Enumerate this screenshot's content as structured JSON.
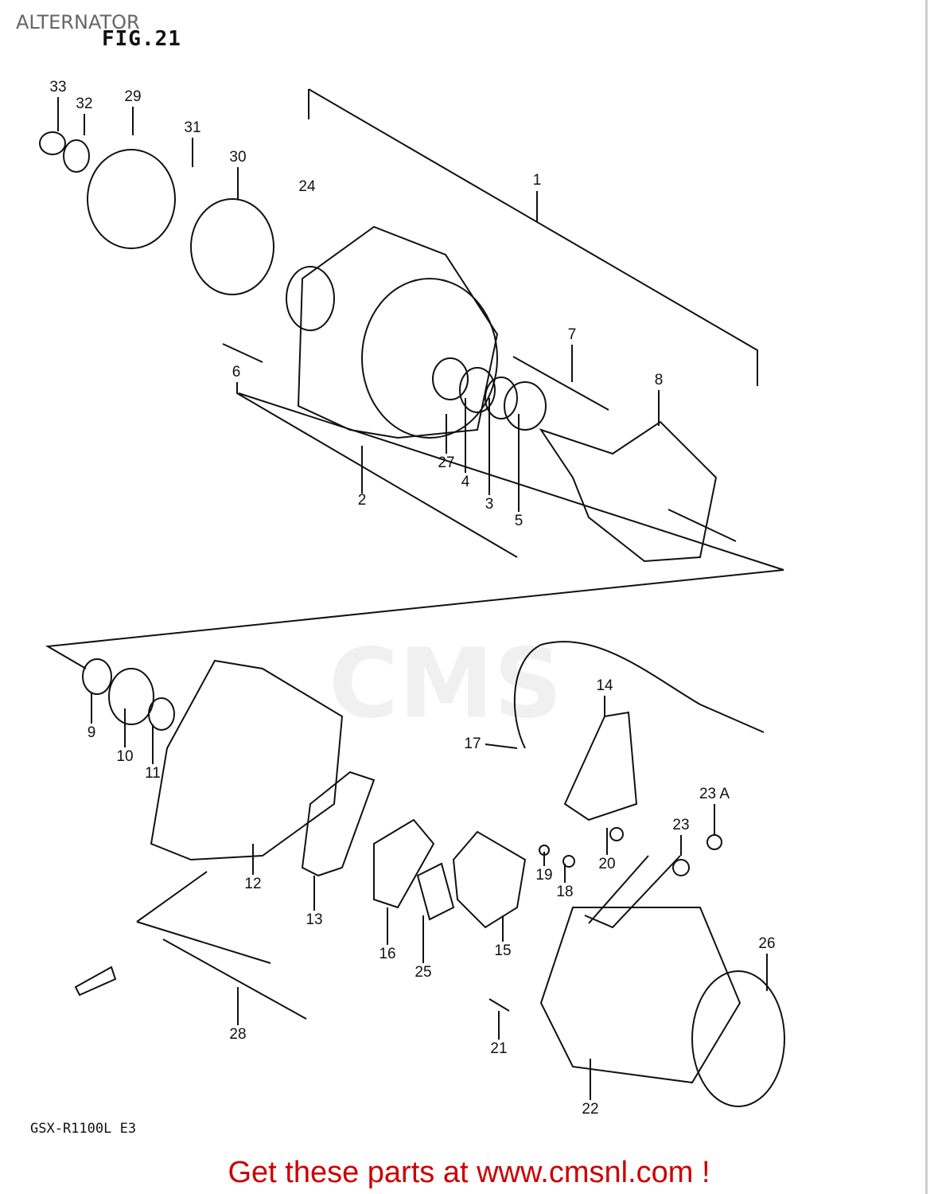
{
  "title": "ALTERNATOR",
  "figure": "FIG.21",
  "model": "GSX-R1100L E3",
  "footer": "Get these parts at www.cmsnl.com !",
  "watermark": "CMS",
  "colors": {
    "footer": "#cc0000",
    "title": "#666666",
    "lines": "#111111"
  },
  "callouts": [
    "33",
    "32",
    "29",
    "31",
    "30",
    "24",
    "1",
    "7",
    "8",
    "6",
    "2",
    "27",
    "4",
    "3",
    "5",
    "14",
    "17",
    "9",
    "10",
    "11",
    "23 A",
    "23",
    "20",
    "19",
    "18",
    "12",
    "13",
    "16",
    "15",
    "25",
    "26",
    "28",
    "21",
    "22"
  ]
}
